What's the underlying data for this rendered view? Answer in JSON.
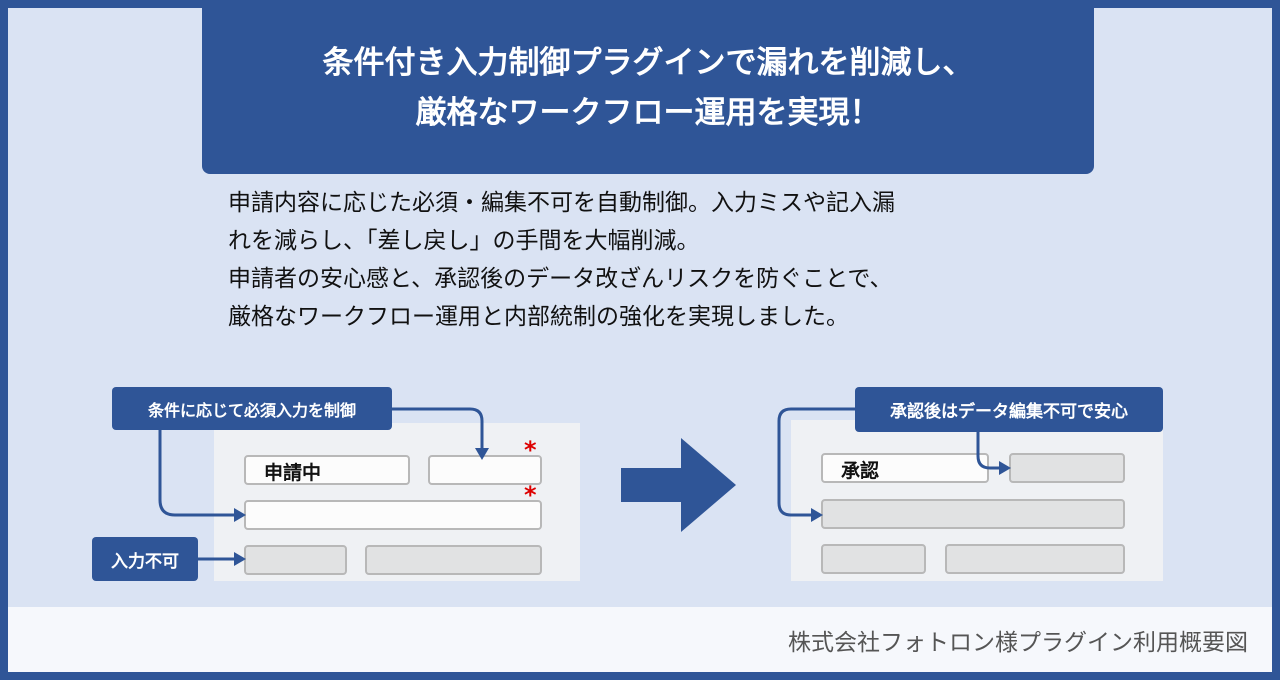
{
  "title": {
    "line1": "条件付き入力制御プラグインで漏れを削減し、",
    "line2": "厳格なワークフロー運用を実現！"
  },
  "description": [
    "申請内容に応じた必須・編集不可を自動制御。入力ミスや記入漏",
    "れを減らし、「差し戻し」の手間を大幅削減。",
    "申請者の安心感と、承認後のデータ改ざんリスクを防ぐことで、",
    "厳格なワークフロー運用と内部統制の強化を実現しました。"
  ],
  "before": {
    "callout_required": "条件に応じて必須入力を制御",
    "callout_readonly": "入力不可",
    "status_value": "申請中",
    "required_mark": "*"
  },
  "after": {
    "callout": "承認後はデータ編集不可で安心",
    "status_value": "承認"
  },
  "footer": {
    "caption": "株式会社フォトロン様プラグイン利用概要図"
  },
  "colors": {
    "accent": "#2f5597",
    "background": "#dae3f3",
    "required": "#dd0000"
  }
}
